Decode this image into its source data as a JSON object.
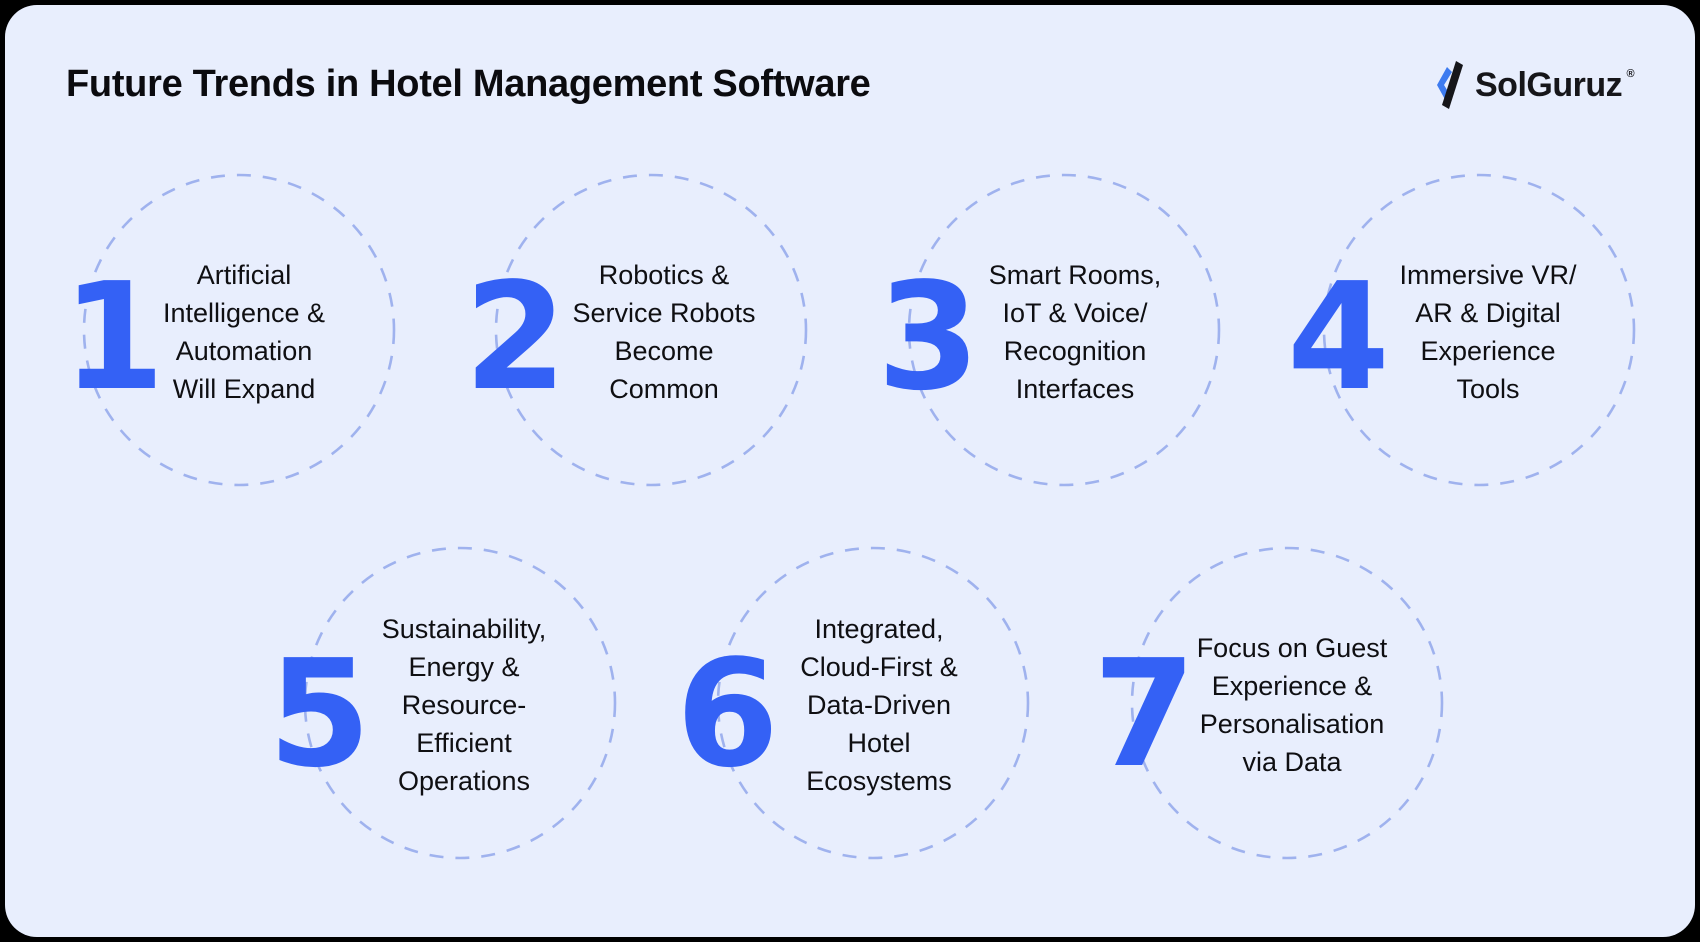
{
  "header": {
    "title": "Future Trends in Hotel Management Software"
  },
  "logo": {
    "name": "SolGuruz",
    "registered_mark": "®",
    "icon": "solguruz-logo-icon",
    "colors": {
      "accent": "#3D7BF0",
      "dark": "#16161A"
    }
  },
  "colors": {
    "background": "#E8EEFD",
    "frame": "#000000",
    "number": "#3461F5",
    "dash": "#9FB2EE",
    "text": "#0F0F12"
  },
  "trends": [
    {
      "number": "1",
      "lines": [
        "Artificial",
        "Intelligence &",
        "Automation",
        "Will Expand"
      ]
    },
    {
      "number": "2",
      "lines": [
        "Robotics &",
        "Service Robots",
        "Become",
        "Common"
      ]
    },
    {
      "number": "3",
      "lines": [
        "Smart Rooms,",
        "IoT & Voice/",
        "Recognition",
        "Interfaces"
      ]
    },
    {
      "number": "4",
      "lines": [
        "Immersive VR/",
        "AR & Digital",
        "Experience",
        "Tools"
      ]
    },
    {
      "number": "5",
      "lines": [
        "Sustainability,",
        "Energy &",
        "Resource-",
        "Efficient",
        "Operations"
      ]
    },
    {
      "number": "6",
      "lines": [
        "Integrated,",
        "Cloud-First &",
        "Data-Driven",
        "Hotel",
        "Ecosystems"
      ]
    },
    {
      "number": "7",
      "lines": [
        "Focus on Guest",
        "Experience &",
        "Personalisation",
        "via Data"
      ]
    }
  ]
}
